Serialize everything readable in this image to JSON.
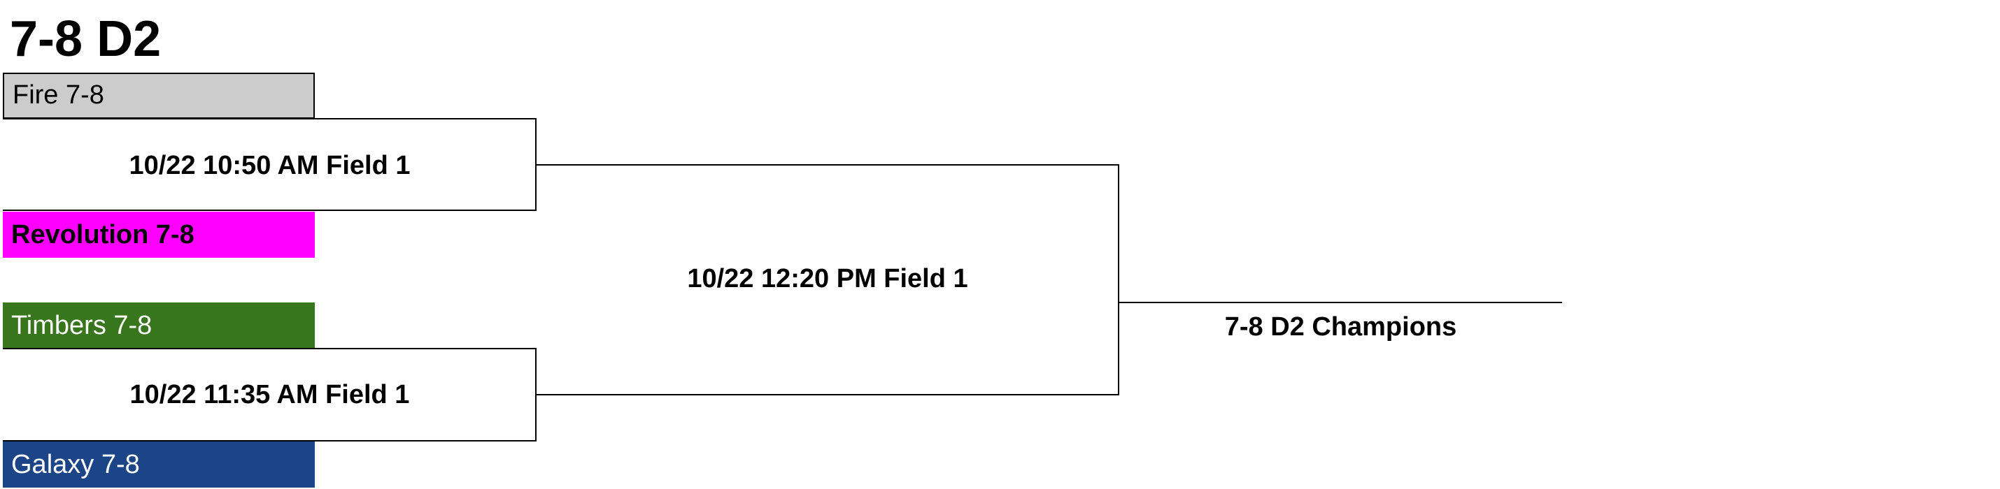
{
  "bracket": {
    "title": "7-8 D2",
    "round1": [
      {
        "top_team": {
          "name": "Fire 7-8",
          "color": "#cccccc",
          "text_color": "#000000"
        },
        "game": "10/22 10:50 AM Field 1",
        "bottom_team": {
          "name": "Revolution 7-8",
          "color": "#ff00ff",
          "text_color": "#000000"
        }
      },
      {
        "top_team": {
          "name": "Timbers 7-8",
          "color": "#38761d",
          "text_color": "#ffffff"
        },
        "game": "10/22 11:35 AM Field 1",
        "bottom_team": {
          "name": "Galaxy 7-8",
          "color": "#1c4587",
          "text_color": "#ffffff"
        }
      }
    ],
    "final": {
      "game": "10/22 12:20 PM Field 1"
    },
    "champion": {
      "label": "7-8 D2 Champions"
    }
  }
}
